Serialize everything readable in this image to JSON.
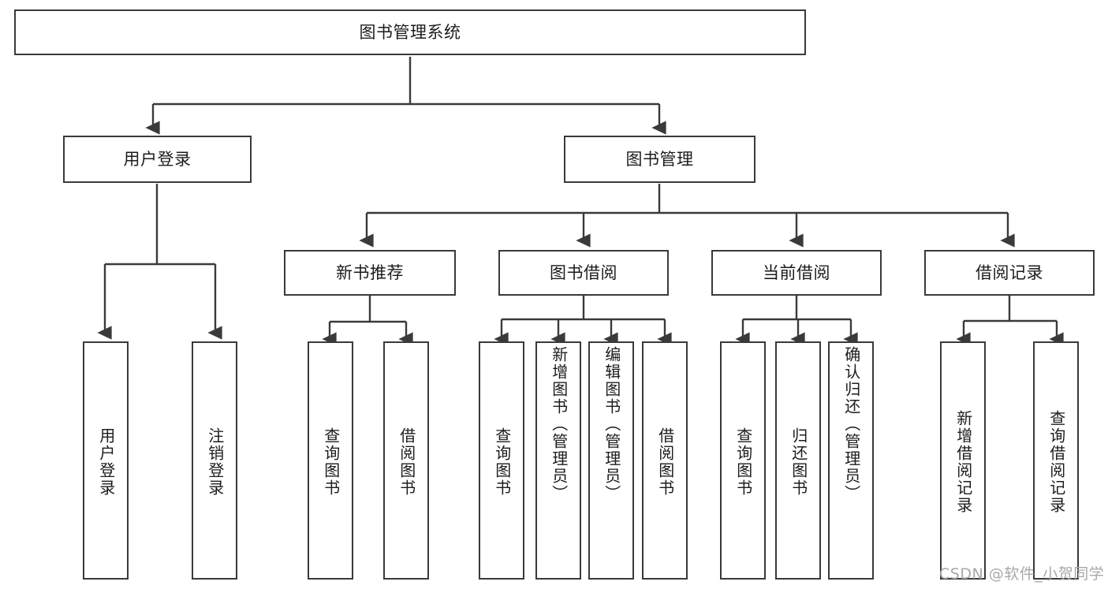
{
  "diagram": {
    "title": "图书管理系统",
    "type": "tree-hierarchy",
    "root": {
      "id": "root",
      "label": "图书管理系统"
    },
    "level1": [
      {
        "id": "user-login",
        "label": "用户登录"
      },
      {
        "id": "book-management",
        "label": "图书管理"
      }
    ],
    "level2": [
      {
        "id": "new-book-recommend",
        "label": "新书推荐",
        "parent": "book-management"
      },
      {
        "id": "book-borrow",
        "label": "图书借阅",
        "parent": "book-management"
      },
      {
        "id": "current-borrow",
        "label": "当前借阅",
        "parent": "book-management"
      },
      {
        "id": "borrow-record",
        "label": "借阅记录",
        "parent": "book-management"
      }
    ],
    "leaves": [
      {
        "id": "leaf-user-login",
        "label": "用户登录",
        "parent": "user-login"
      },
      {
        "id": "leaf-logout-login",
        "label": "注销登录",
        "parent": "user-login"
      },
      {
        "id": "leaf-query-book-1",
        "label": "查询图书",
        "parent": "new-book-recommend"
      },
      {
        "id": "leaf-borrow-book-1",
        "label": "借阅图书",
        "parent": "new-book-recommend"
      },
      {
        "id": "leaf-query-book-2",
        "label": "查询图书",
        "parent": "book-borrow"
      },
      {
        "id": "leaf-add-book",
        "label": "新增图书（管理员）",
        "parent": "book-borrow"
      },
      {
        "id": "leaf-edit-book",
        "label": "编辑图书（管理员）",
        "parent": "book-borrow"
      },
      {
        "id": "leaf-borrow-book-2",
        "label": "借阅图书",
        "parent": "book-borrow"
      },
      {
        "id": "leaf-query-book-3",
        "label": "查询图书",
        "parent": "current-borrow"
      },
      {
        "id": "leaf-return-book",
        "label": "归还图书",
        "parent": "current-borrow"
      },
      {
        "id": "leaf-confirm-return",
        "label": "确认归还（管理员）",
        "parent": "current-borrow"
      },
      {
        "id": "leaf-add-record",
        "label": "新增借阅记录",
        "parent": "borrow-record"
      },
      {
        "id": "leaf-query-record",
        "label": "查询借阅记录",
        "parent": "borrow-record"
      }
    ]
  },
  "watermark": {
    "text": "CSDN @软件_小贺同学"
  },
  "colors": {
    "border": "#3a3a3a",
    "background": "#ffffff",
    "text": "#1c1c1c",
    "watermark": "#a8a8a8",
    "connector": "#3a3a3a"
  }
}
